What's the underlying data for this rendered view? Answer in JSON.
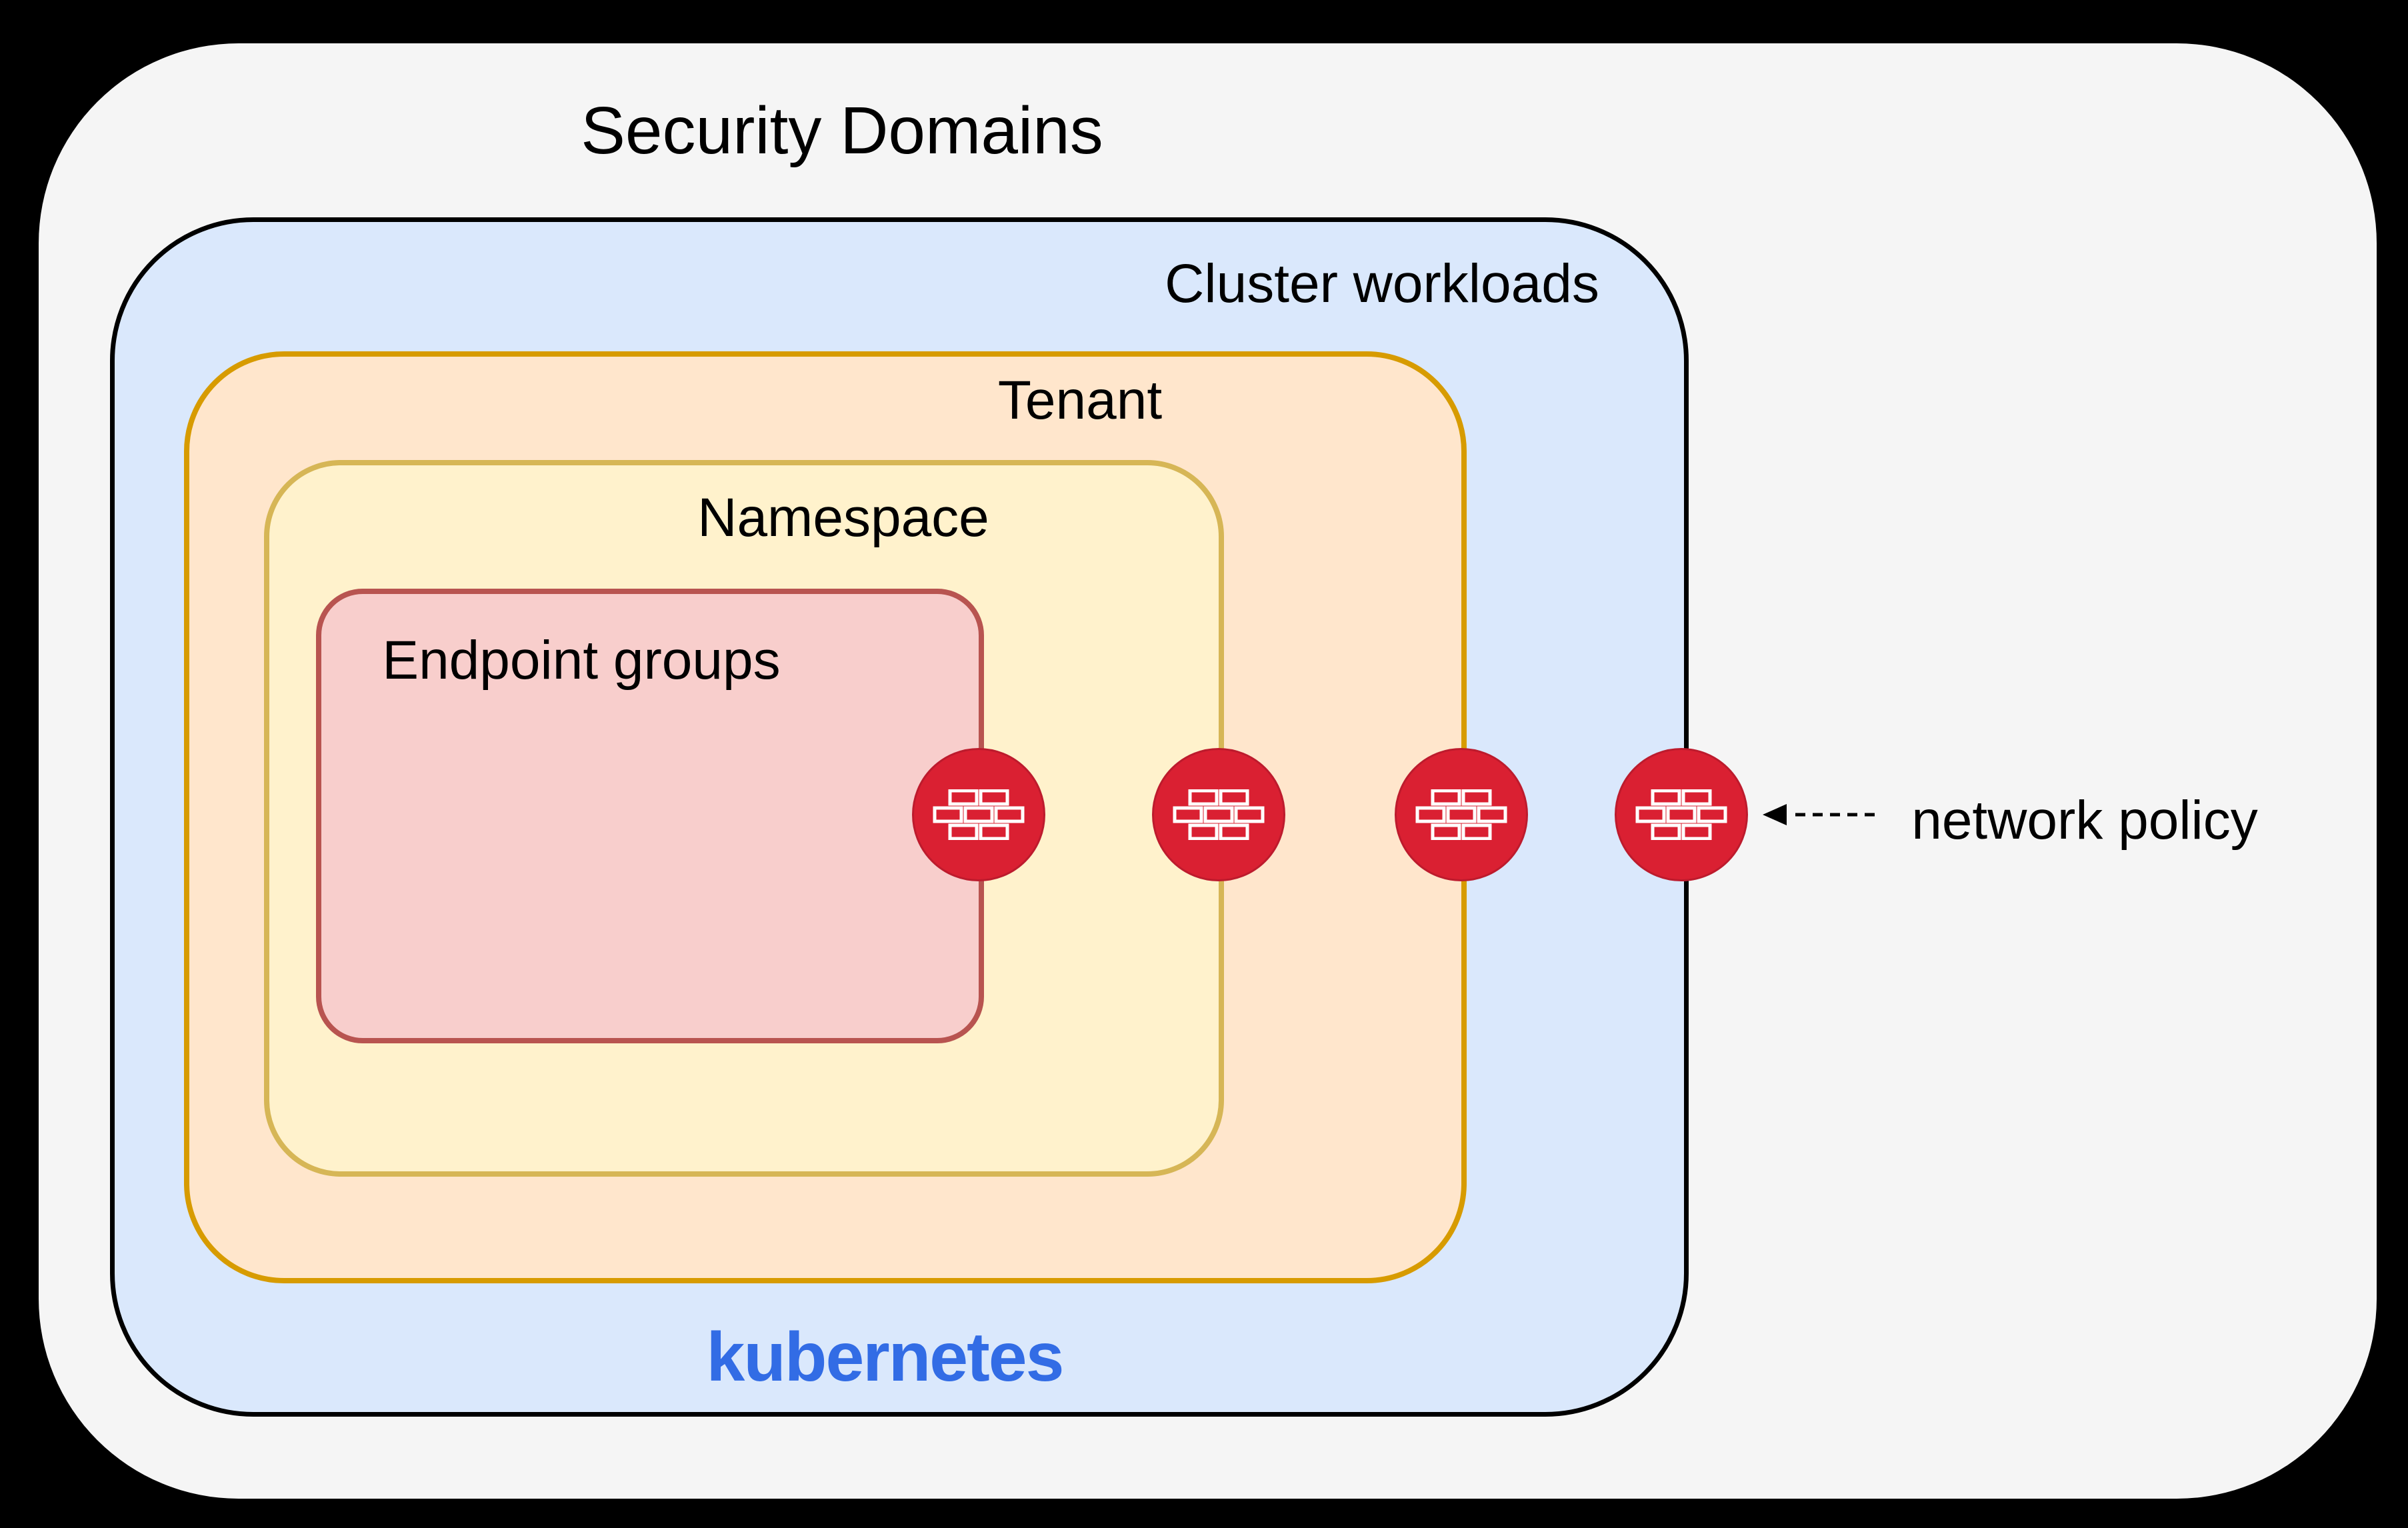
{
  "title": "Security Domains",
  "outer": {
    "fill": "#f5f5f5",
    "background": "#000000"
  },
  "boxes": {
    "cluster": {
      "label": "Cluster workloads",
      "fill": "#dae8fc",
      "border": "#000000"
    },
    "tenant": {
      "label": "Tenant",
      "fill": "#ffe6cc",
      "border": "#d79b00"
    },
    "namespace": {
      "label": "Namespace",
      "fill": "#fff2cc",
      "border": "#d6b656"
    },
    "endpoint_groups": {
      "label": "Endpoint groups",
      "fill": "#f8cecc",
      "border": "#b85450"
    }
  },
  "kubernetes": {
    "label": "kubernetes",
    "color": "#326ce5"
  },
  "annotation": {
    "label": "network policy",
    "arrow_style": "dashed-left-arrow"
  },
  "firewalls": {
    "icon": "firewall-brick-wall-icon",
    "color": "#da2032",
    "brick_outline": "#ffffff",
    "count": 4,
    "placement": [
      "endpoint-groups-border",
      "namespace-border",
      "tenant-border",
      "cluster-border"
    ]
  }
}
